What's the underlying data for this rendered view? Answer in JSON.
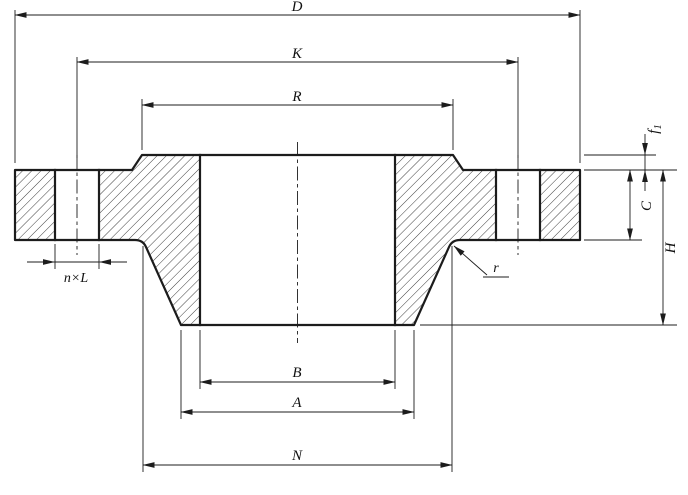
{
  "colors": {
    "line": "#1c1c1c",
    "background": "#ffffff"
  },
  "labels": {
    "outer_diameter": "D",
    "bolt_circle": "K",
    "raised_face_diameter": "R",
    "raised_face_height_base": "f",
    "raised_face_height_sub": "1",
    "flange_thickness": "C",
    "overall_height": "H",
    "fillet_radius": "r",
    "bolt_holes": "n×L",
    "bore_diameter": "B",
    "hub_end_diameter": "A",
    "hub_root_diameter": "N"
  }
}
